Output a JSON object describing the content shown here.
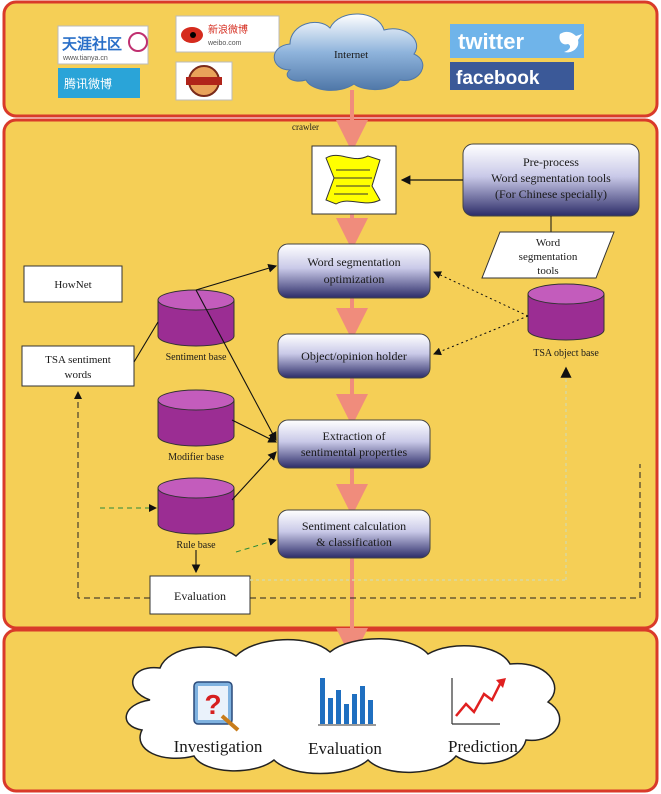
{
  "colors": {
    "panel_fill": "#f5cf56",
    "panel_border": "#d93a2a",
    "flow_arrow": "#f08c7c",
    "process_box_top": "#ffffff",
    "process_box_bottom": "#2c2c68",
    "db_fill": "#9b2d93",
    "db_top": "#c35cbc",
    "doc_fill": "#ffff00",
    "twitter_bg": "#6fb4ea",
    "facebook_bg": "#3b5998"
  },
  "sources": {
    "tianya": "天涯社区",
    "tianya_sub": "www.tianya.cn",
    "weibo": "新浪微博",
    "weibo_sub": "weibo.com",
    "tencent": "腾讯微博",
    "twitter": "twitter",
    "facebook": "facebook",
    "cloud_label": "Internet"
  },
  "flow": {
    "crawler_label": "crawler",
    "preprocess_line1": "Pre-process",
    "preprocess_line2": "Word segmentation tools",
    "preprocess_line3": "(For Chinese specially)",
    "word_seg_tools_line1": "Word",
    "word_seg_tools_line2": "segmentation",
    "word_seg_tools_line3": "tools",
    "hownet": "HowNet",
    "step1_line1": "Word segmentation",
    "step1_line2": "optimization",
    "step2": "Object/opinion holder",
    "step3_line1": "Extraction of",
    "step3_line2": "sentimental properties",
    "step4_line1": "Sentiment calculation",
    "step4_line2": "& classification",
    "sentiment_words_line1": "TSA sentiment",
    "sentiment_words_line2": "words",
    "sentiment_base": "Sentiment base",
    "modifier_base": "Modifier base",
    "rule_base": "Rule base",
    "tsa_object_base": "TSA object base",
    "evaluation": "Evaluation"
  },
  "outputs": {
    "investigation": "Investigation",
    "evaluation": "Evaluation",
    "prediction": "Prediction"
  }
}
